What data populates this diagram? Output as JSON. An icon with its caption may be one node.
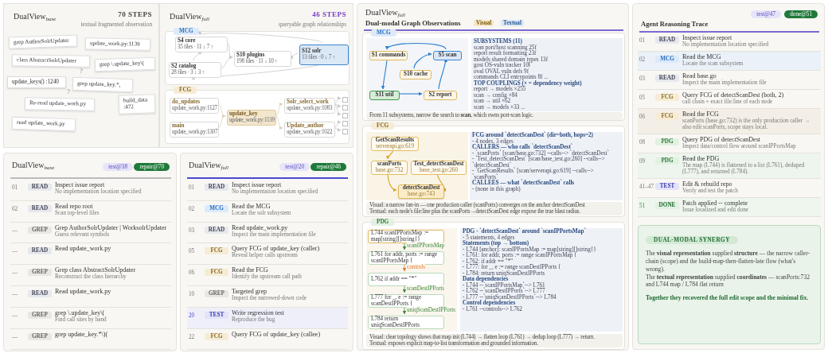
{
  "diagram": {
    "nodes": [
      {
        "text": [
          "DualView$_{base}$",
          "70 STEPS",
          "textual fragmented observation"
        ]
      },
      {
        "text": [
          "grep AuthorSolrUpdater"
        ],
        "in": 0
      },
      {
        "text": [
          "update_work.py:1139"
        ],
        "in": 0
      },
      {
        "text": [
          "class AbstractSolrUpdater"
        ],
        "in": 0
      },
      {
        "text": [
          "grep \\.update_key\\("
        ],
        "in": 0
      },
      {
        "text": [
          "update_keys() :1240"
        ],
        "in": 0
      },
      {
        "text": [
          "grep update_key.*,"
        ],
        "in": 0
      },
      {
        "text": [
          "Re-read update_work.py"
        ],
        "in": 0
      },
      {
        "text": [
          "build_data :472"
        ],
        "in": 0
      },
      {
        "text": [
          "read update_work.py"
        ],
        "in": 0
      },
      {
        "text": [
          "DualView$_{full}$",
          "46 STEPS",
          "queryable graph relationships"
        ]
      },
      {
        "text": [
          "MCG"
        ],
        "in": 10
      },
      {
        "text": [
          "S4 core",
          "35 files · 11 ↓ 7 ↑"
        ],
        "in": 11
      },
      {
        "text": [
          "S10 plugins",
          "198 files · 11 ↓ 10 ↑"
        ],
        "in": 11
      },
      {
        "text": [
          "S12 solr",
          "13 files · 0 ↓ 7 ↑"
        ],
        "in": 11
      },
      {
        "text": [
          "S2 catalog",
          "28 files · 3 ↓ 3 ↑"
        ],
        "in": 11
      },
      {
        "text": [
          "FCG"
        ],
        "in": 10
      },
      {
        "text": [
          "do_updates",
          "update_work.py:1127"
        ],
        "in": 16
      },
      {
        "text": [
          "main",
          "update_work.py:1307"
        ],
        "in": 16
      },
      {
        "text": [
          "update_key",
          "update_work.py:1139"
        ],
        "in": 16
      },
      {
        "text": [
          "Solr_select_work",
          "update_work.py:1083"
        ],
        "in": 16
      },
      {
        "text": [
          "Update_author",
          "update_work.py:1022"
        ],
        "in": 16
      },
      {
        "text": [],
        "shape": "box",
        "in": 16
      },
      {
        "text": [],
        "shape": "box",
        "in": 16
      },
      {
        "text": [],
        "shape": "box",
        "in": 16
      },
      {
        "text": [],
        "shape": "box",
        "in": 16
      },
      {
        "text": [],
        "shape": "box",
        "in": 16
      },
      {
        "text": [
          "DualView$_{base}$",
          "test@38",
          "repair@70"
        ]
      },
      {
        "text": [
          "01",
          "READ",
          "Inspect issue report",
          "No implementation location specified"
        ],
        "in": 27
      },
      {
        "text": [
          "02",
          "READ",
          "Read repo root",
          "Scan top-level files"
        ],
        "in": 27
      },
      {
        "text": [
          "—",
          "GREP",
          "Grep AuthorSolrUpdater | WorksolrUpdater",
          "Guess relevant symbols"
        ],
        "in": 27
      },
      {
        "text": [
          "—",
          "READ",
          "Read update_work.py"
        ],
        "in": 27
      },
      {
        "text": [
          "—",
          "GREP",
          "Grep class AbstractSolrUpdater",
          "Reconstruct the class hierarchy"
        ],
        "in": 27
      },
      {
        "text": [
          "—",
          "READ",
          "Read update_work.py"
        ],
        "in": 27
      },
      {
        "text": [
          "—",
          "GREP",
          "grep \\.update_key\\(",
          "Find call sites by hand"
        ],
        "in": 27
      },
      {
        "text": [
          "—",
          "GREP",
          "grep update_key.*\\)("
        ],
        "in": 27
      },
      {
        "text": [
          "DualView$_{full}$",
          "test@20",
          "repair@46"
        ]
      },
      {
        "text": [
          "01",
          "READ",
          "Inspect issue report",
          "No implementation location specified"
        ],
        "in": 36
      },
      {
        "text": [
          "02",
          "MCG",
          "Read the MCG",
          "Locate the solr subsystem"
        ],
        "in": 36
      },
      {
        "text": [
          "03",
          "READ",
          "Read update_work.py",
          "Inspect the main implementation file"
        ],
        "in": 36
      },
      {
        "text": [
          "05",
          "FCG",
          "Query FCG of update_key (caller)",
          "Reveal helper calls upstream"
        ],
        "in": 36
      },
      {
        "text": [
          "06",
          "FCG",
          "Read the FCG",
          "Identify the upstream call path"
        ],
        "in": 36
      },
      {
        "text": [
          "10",
          "GREP",
          "Targeted grep",
          "Inspect the narrowed-down code"
        ],
        "in": 36
      },
      {
        "text": [
          "20",
          "TEST",
          "Write regression test",
          "Reproduce the bug"
        ],
        "in": 36
      },
      {
        "text": [
          "22",
          "FCG",
          "Query FCG of update_key (callee)"
        ],
        "in": 36
      },
      {
        "text": [
          "DualView$_{full}$",
          "Dual-modal Graph Observations",
          "Visual",
          "Textual"
        ]
      },
      {
        "text": [
          "MCG"
        ],
        "in": 45
      },
      {
        "text": [
          "S1 commands"
        ],
        "in": 46
      },
      {
        "text": [
          "S10 cache"
        ],
        "in": 46
      },
      {
        "text": [
          "S5 scan"
        ],
        "in": 46
      },
      {
        "text": [
          "S11 util"
        ],
        "in": 46
      },
      {
        "text": [
          "S2 report"
        ],
        "in": 46
      },
      {
        "text": [
          "SUBSYSTEMS (11)",
          "scan port/host scanning 25f",
          "report result formatting 23f",
          "models shared domain types 13f",
          "gost OS-vuln tracker 10f",
          "oval OVAL vuln defs 9f",
          "commands CLI entrypoints 8f ...",
          "TOP COUPLINGS (× = dependency weight)",
          "report → models ×255",
          "scan → config ×84",
          "scan → util ×62",
          "scan → models ×33 ..."
        ],
        "in": 46
      },
      {
        "text": [
          "From 11 subsystems, narrow the search to **scan**, which owns port-scan logic."
        ],
        "in": 46
      },
      {
        "text": [
          "FCG"
        ],
        "in": 45
      },
      {
        "text": [
          "GetScanResults",
          "serverapi.go:619"
        ],
        "in": 54
      },
      {
        "text": [
          "scanPorts",
          "base.go:732"
        ],
        "in": 54
      },
      {
        "text": [
          "Test_detectScanDest",
          "base_test.go:260"
        ],
        "in": 54
      },
      {
        "text": [
          "detectScanDest",
          "base.go:743"
        ],
        "in": 54
      },
      {
        "text": [
          "FCG around `detectScanDest` (dir=both, hops=2)",
          "- 4 nodes, 3 edges",
          "CALLERS — who calls `detectScanDest`",
          "- `scanPorts` [scan/base.go:732] --calls--> `detectScanDest`",
          "- `Test_detectScanDest` [scan/base_test.go:260] --calls--> `detectScanDest`",
          "- `GetScanResults` [scan/serverapi.go:619] --calls--> `scanPorts`",
          "CALLEES — what `detectScanDest` calls",
          "- (none in this graph)"
        ],
        "in": 54
      },
      {
        "text": [
          "Visual: a narrow fan-in — one production caller (scanPorts) converges on the anchor detectScanDest",
          "Textual: each node's file:line plus the scanPorts→detectScanDest edge expose the true blast radius."
        ],
        "in": 54
      },
      {
        "text": [
          "PDG"
        ],
        "in": 45
      },
      {
        "text": [
          "L744 scanIPPortsMap := map[string][]string{}"
        ],
        "in": 61
      },
      {
        "text": [
          "L761 for addr, ports := range scanIPPortsMap {"
        ],
        "in": 61
      },
      {
        "text": [
          "L762 if addr == \"*\""
        ],
        "in": 61
      },
      {
        "text": [
          "L777 for _, e := range scanDestIPPorts {"
        ],
        "in": 61
      },
      {
        "text": [
          "L784 return uniqScanDestIPPorts"
        ],
        "in": 61
      },
      {
        "text": [
          "PDG · `detectScanDest` around `scanIPPortsMap`",
          "- 5 statements, 4 edges",
          "Statements (top → bottom)",
          "- L744 [anchor]: scanIPPortsMap := map[string][]string{}",
          "- L761: for addr, ports := range scanIPPortsMap {",
          "- L762: if addr == \"*\"",
          "- L777: for _, e := range scanDestIPPorts {",
          "- L784: return uniqScanDestIPPorts",
          "Data dependencies",
          "- L744 --`scanIPPortsMap`--> L761",
          "- L762 --`scanDestIPPorts`--> L777",
          "- L777 --`uniqScanDestIPPorts`--> L784",
          "Control dependencies",
          "- L761 --controls--> L762"
        ],
        "in": 61
      },
      {
        "text": [
          "Visual: clear topology shows that map init (L744) → flatten loop (L761) → dedup loop (L777) → return.",
          "Textual: exposes explicit map-to-list transformation and grounded information."
        ],
        "in": 61
      },
      {
        "text": [
          "test@47",
          "done@51",
          "Agent Reasoning Trace"
        ]
      },
      {
        "text": [
          "01",
          "READ",
          "Inspect issue report",
          "No implementation location specified"
        ],
        "in": 69
      },
      {
        "text": [
          "02",
          "MCG",
          "Read the MCG",
          "Locate the scan subsystem"
        ],
        "in": 69
      },
      {
        "text": [
          "03",
          "READ",
          "Read base.go",
          "Inspect the main implementation file"
        ],
        "in": 69
      },
      {
        "text": [
          "05",
          "FCG",
          "Query FCG of detectScanDest (both, 2)",
          "call chain + exact file:line of each node"
        ],
        "in": 69
      },
      {
        "text": [
          "06",
          "FCG",
          "Read the FCG",
          "scanPorts (base.go:732) is the only production caller → also edit scanPorts, scope stays local."
        ],
        "in": 69
      },
      {
        "text": [
          "08",
          "PDG",
          "Query PDG of detectScanDest",
          "Inspect data/control flow around scanIPPortsMap"
        ],
        "in": 69
      },
      {
        "text": [
          "09",
          "PDG",
          "Read the PDG",
          "The map (L744) is flattened to a list (L761), deduped (L777), and returned (L784)."
        ],
        "in": 69
      },
      {
        "text": [
          "41–47",
          "TEST",
          "Edit & rebuild repo",
          "Verify and test the patch"
        ],
        "in": 69
      },
      {
        "text": [
          "51",
          "DONE",
          "Patch applied -- complete",
          "Issue localized and edit done"
        ],
        "in": 69
      },
      {
        "text": [
          "DUAL-MODAL SYNERGY",
          "The **visual representation** supplied **structure** — the narrow caller-chain (scope) and the build-map-then-flatten-late flow (what's wrong).",
          "The **textual representation** supplied **coordinates** — scanPorts:732 and L744 map / L784 flat return",
          "Together they recovered the full edit scope and the minimal fix."
        ],
        "in": 69
      }
    ],
    "edges": [
      {
        "from": 12,
        "to": 13,
        "arrow": "to"
      },
      {
        "from": 15,
        "to": 13,
        "arrow": "to"
      },
      {
        "from": 15,
        "to": 12,
        "arrow": "to"
      },
      {
        "from": 14,
        "to": 13,
        "arrow": "to"
      },
      {
        "from": 14,
        "to": 12,
        "arrow": "to"
      },
      {
        "from": 14,
        "to": 15,
        "arrow": "to"
      },
      {
        "from": 17,
        "to": 19,
        "arrow": "to",
        "color": "#ddd2b8"
      },
      {
        "from": 18,
        "to": 19,
        "arrow": "to",
        "color": "#ddd2b8"
      },
      {
        "from": 19,
        "to": 20,
        "arrow": "to",
        "color": "#ddd2b8"
      },
      {
        "from": 19,
        "to": 21,
        "arrow": "to",
        "color": "#ddd2b8"
      },
      {
        "from": 20,
        "to": 22,
        "arrow": "to"
      },
      {
        "from": 20,
        "to": 23,
        "arrow": "to"
      },
      {
        "from": 20,
        "to": 24,
        "arrow": "to"
      },
      {
        "from": 21,
        "to": 25,
        "arrow": "to"
      },
      {
        "from": 21,
        "to": 26,
        "arrow": "to"
      },
      {
        "from": 49,
        "to": 47,
        "arrow": "to",
        "color": "#2a7fd0"
      },
      {
        "from": 47,
        "to": 50,
        "arrow": "to",
        "color": "#2a7fd0"
      },
      {
        "from": 50,
        "to": 51,
        "arrow": "to",
        "color": "#2a7fd0"
      },
      {
        "from": 51,
        "to": 49,
        "arrow": "to",
        "color": "#2a7fd0"
      },
      {
        "from": 48,
        "to": 49,
        "arrow": "to",
        "color": "#2a7fd0"
      },
      {
        "from": 55,
        "to": 56,
        "arrow": "to",
        "color": "#d4a62a"
      },
      {
        "from": 56,
        "to": 58,
        "arrow": "to",
        "color": "#d4a62a"
      },
      {
        "from": 57,
        "to": 58,
        "arrow": "to",
        "color": "#d4a62a"
      },
      {
        "from": 62,
        "to": 63,
        "arrow": "to",
        "label": "scanIPPortsMap",
        "color": "#3f8a3f"
      },
      {
        "from": 63,
        "to": 64,
        "arrow": "to",
        "label": "controls",
        "color": "#e0782a"
      },
      {
        "from": 64,
        "to": 65,
        "arrow": "to",
        "label": "scanDestIPPorts",
        "color": "#3f8a3f"
      },
      {
        "from": 65,
        "to": 66,
        "arrow": "to",
        "label": "uniqScanDestIPPorts",
        "color": "#3f8a3f"
      }
    ],
    "labels": [
      "?",
      "?"
    ]
  }
}
